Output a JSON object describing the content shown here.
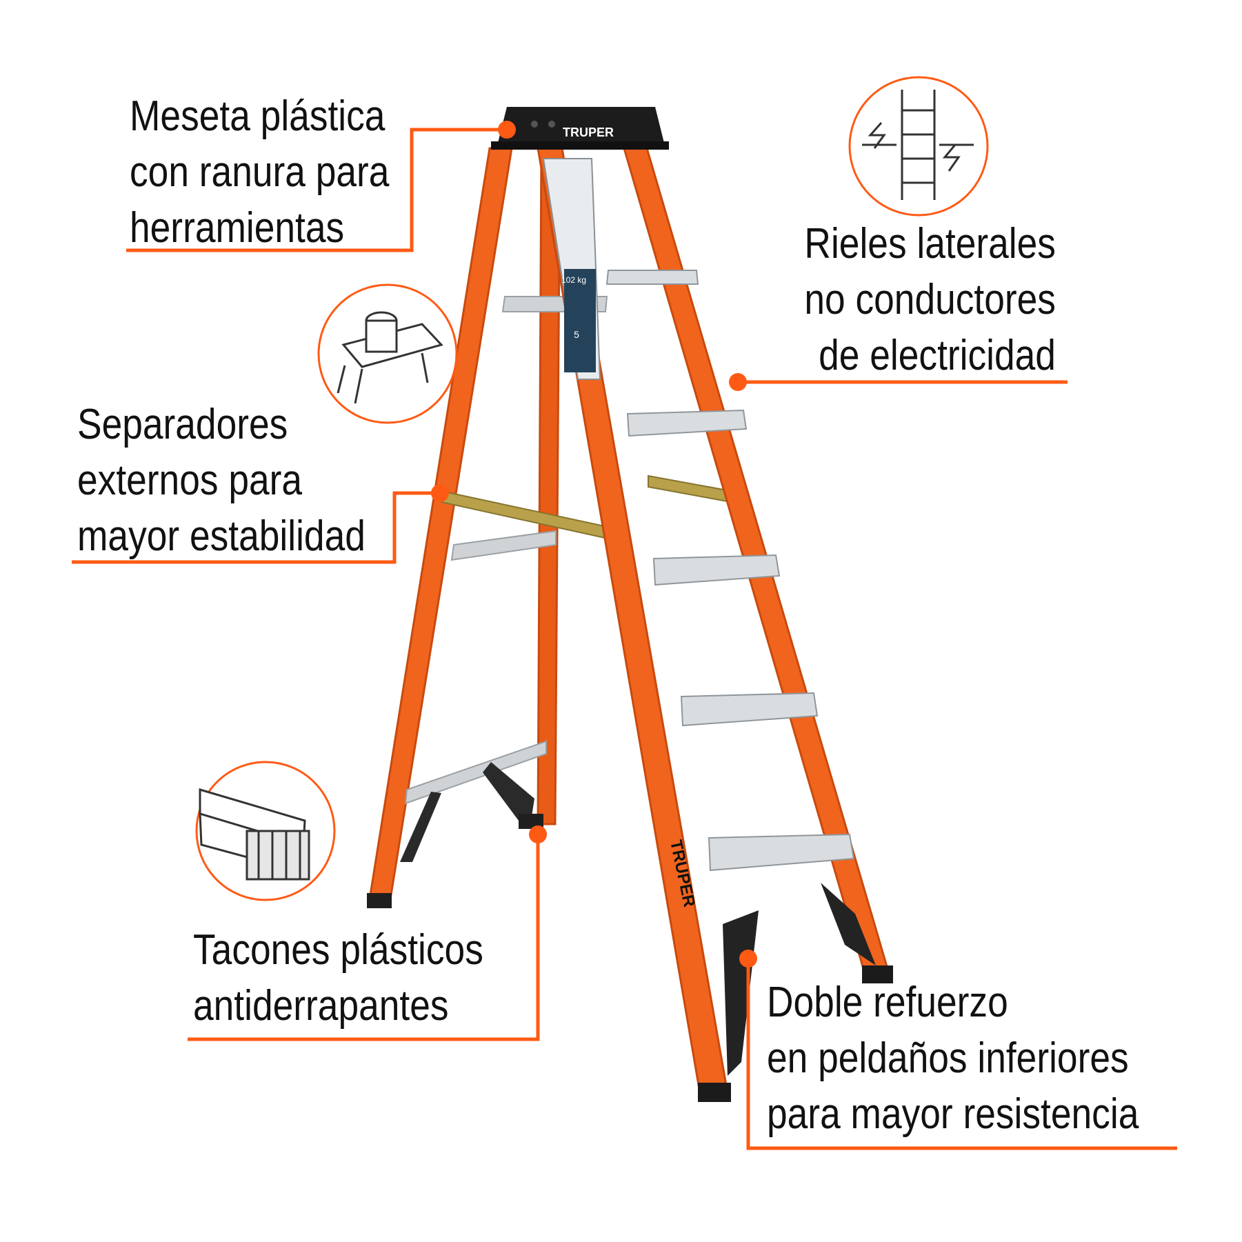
{
  "brand": "TRUPER",
  "colors": {
    "accent": "#ff5a14",
    "ladder_orange": "#f0641e",
    "ladder_orange_dark": "#c84a0e",
    "top_black": "#1c1c1c",
    "aluminum": "#cfd3d6",
    "text": "#111111"
  },
  "top_label": {
    "capacity": "102 kg",
    "step_number": "5"
  },
  "callouts": [
    {
      "id": "top",
      "lines": [
        "Meseta plástica",
        "con ranura para",
        "herramientas"
      ],
      "icon": "tool-tray-icon"
    },
    {
      "id": "rails",
      "lines": [
        "Rieles laterales",
        "no conductores",
        "de electricidad"
      ],
      "icon": "non-conductive-rails-icon"
    },
    {
      "id": "spreaders",
      "lines": [
        "Separadores",
        "externos para",
        "mayor estabilidad"
      ],
      "icon": null
    },
    {
      "id": "feet",
      "lines": [
        "Tacones plásticos",
        "antiderrapantes"
      ],
      "icon": "slip-resistant-feet-icon"
    },
    {
      "id": "brace",
      "lines": [
        "Doble refuerzo",
        "en peldaños inferiores",
        "para mayor resistencia"
      ],
      "icon": null
    }
  ]
}
